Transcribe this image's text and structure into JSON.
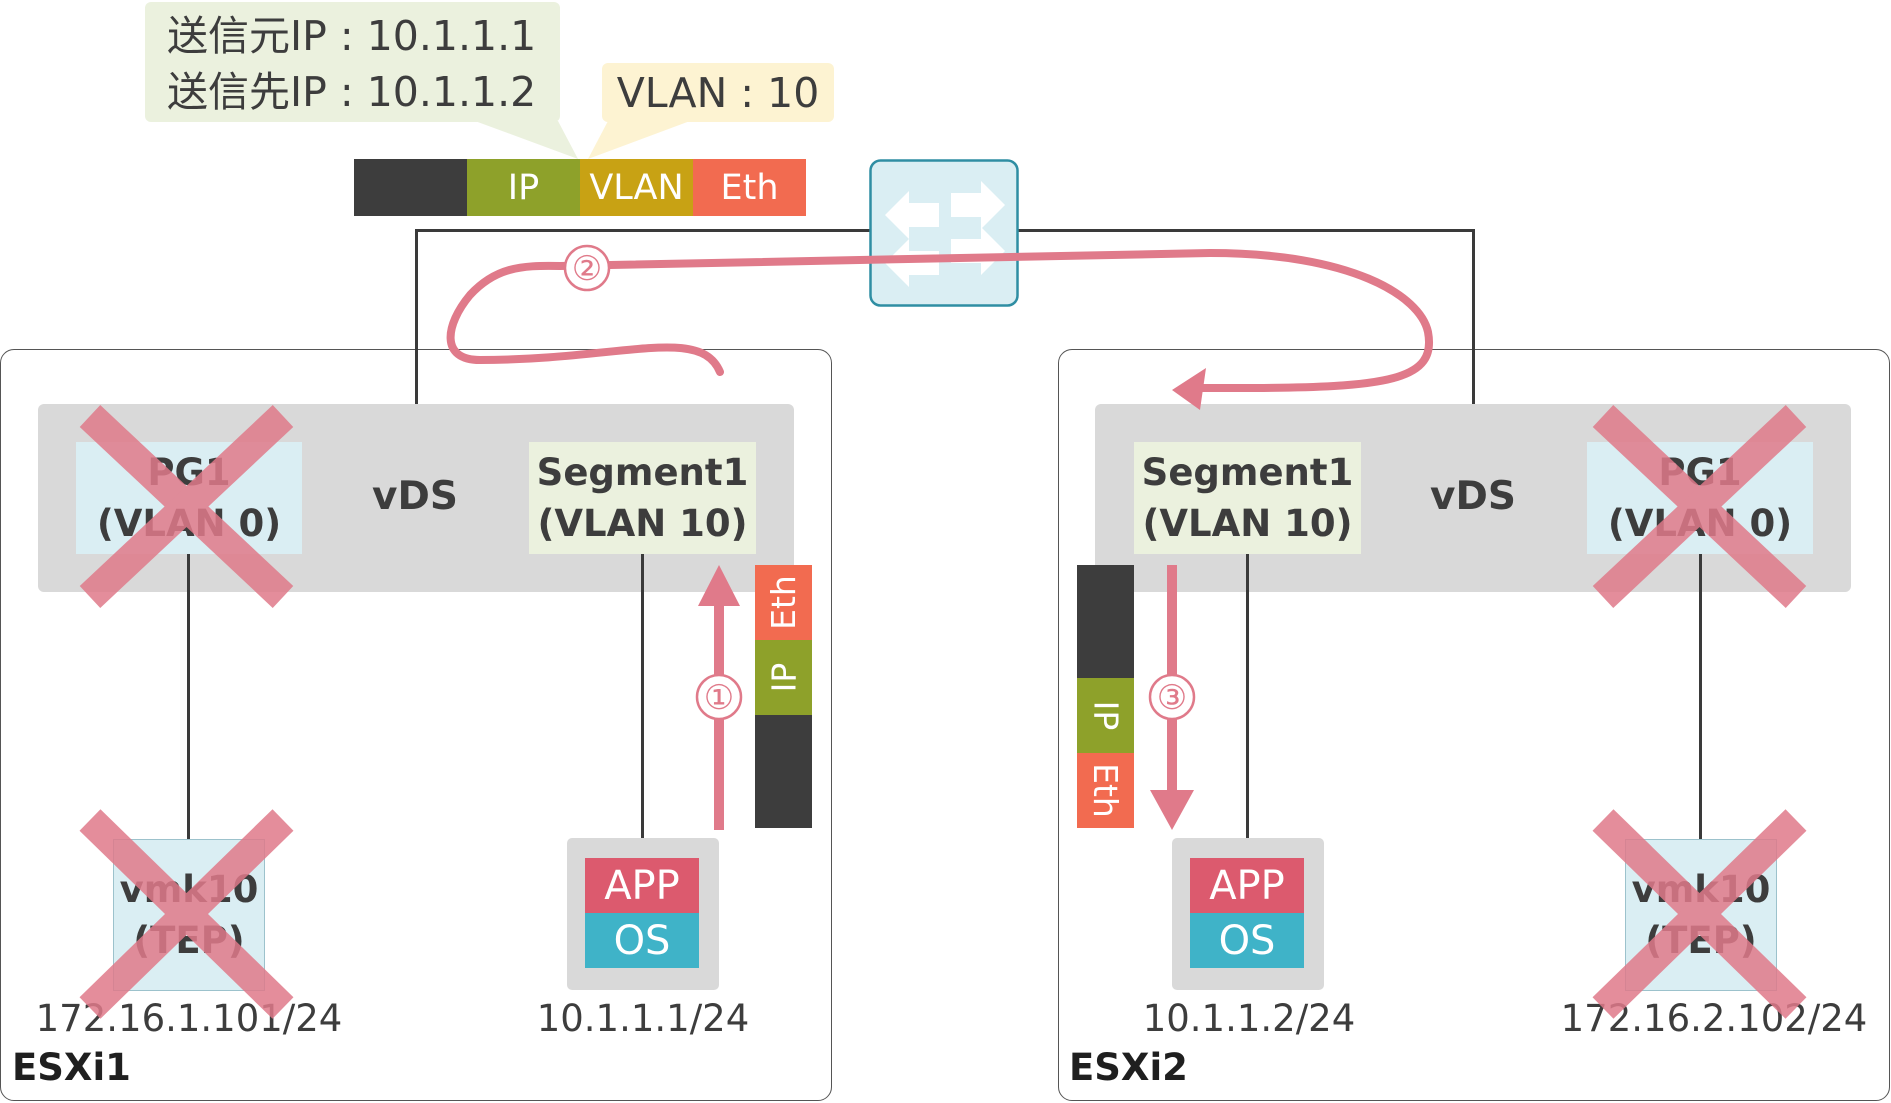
{
  "callouts": {
    "ip_line1": "送信元IP : 10.1.1.1",
    "ip_line2": "送信先IP : 10.1.1.2",
    "vlan": "VLAN : 10"
  },
  "frame_top": {
    "ip": "IP",
    "vlan": "VLAN",
    "eth": "Eth"
  },
  "frame_esxi1": {
    "eth": "Eth",
    "ip": "IP"
  },
  "frame_esxi2": {
    "ip": "IP",
    "eth": "Eth"
  },
  "steps": [
    "①",
    "②",
    "③"
  ],
  "esxi1": {
    "label": "ESXi1",
    "vds": "vDS",
    "pg": {
      "line1": "PG1",
      "line2": "(VLAN 0)"
    },
    "segment": {
      "line1": "Segment1",
      "line2": "(VLAN 10)"
    },
    "vmk": {
      "line1": "vmk10",
      "line2": "(TEP)",
      "ip": "172.16.1.101/24"
    },
    "vm": {
      "app": "APP",
      "os": "OS",
      "ip": "10.1.1.1/24"
    }
  },
  "esxi2": {
    "label": "ESXi2",
    "vds": "vDS",
    "pg": {
      "line1": "PG1",
      "line2": "(VLAN 0)"
    },
    "segment": {
      "line1": "Segment1",
      "line2": "(VLAN 10)"
    },
    "vmk": {
      "line1": "vmk10",
      "line2": "(TEP)",
      "ip": "172.16.2.102/24"
    },
    "vm": {
      "app": "APP",
      "os": "OS",
      "ip": "10.1.1.2/24"
    }
  },
  "colors": {
    "frame_dark": "#3d3d3d",
    "frame_ip": "#8ea12a",
    "frame_vlan": "#c8a214",
    "frame_eth": "#f26b50",
    "arrow": "#e07a8a",
    "cross": "#e07a8a",
    "callout_ip_bg": "#ebf1de",
    "callout_vlan_bg": "#fdf3d2"
  },
  "icons": [
    "switch-icon",
    "x-mark-icon"
  ]
}
